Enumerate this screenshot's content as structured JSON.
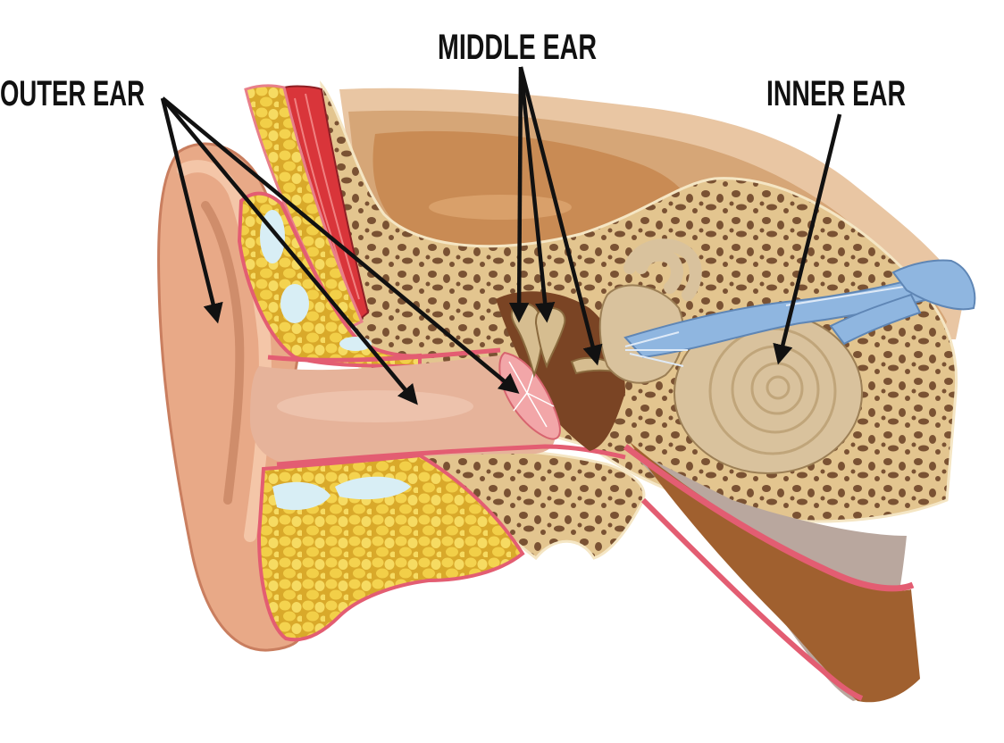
{
  "labels": {
    "outer_ear": "OUTER EAR",
    "middle_ear": "MIDDLE EAR",
    "inner_ear": "INNER EAR"
  },
  "colors": {
    "skin": "#e8b590",
    "skin_dark": "#c98a66",
    "canal": "#e6b39a",
    "pink_membrane": "#e87f8a",
    "fat": "#f1cf48",
    "fat_light": "#f7e39a",
    "bone": "#e3c58f",
    "bone_pores": "#7a5233",
    "brown_tissue": "#b06f3f",
    "muscle": "#d9353a",
    "nerve": "#8fb6e0",
    "cochlea": "#d9c29d",
    "text": "#111111"
  }
}
